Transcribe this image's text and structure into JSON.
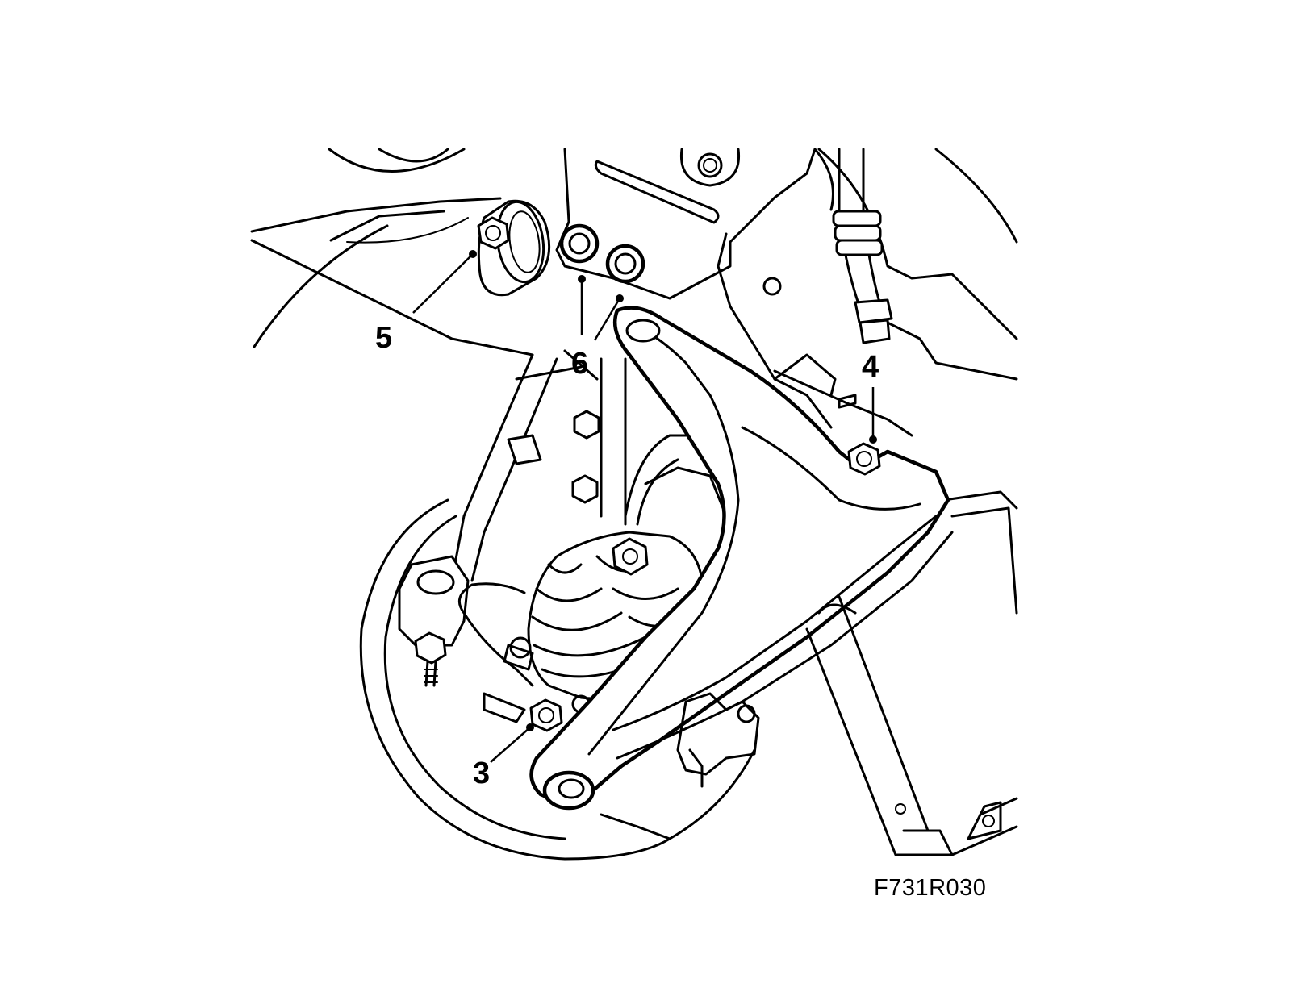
{
  "diagram": {
    "callouts": [
      {
        "label": "5"
      },
      {
        "label": "6"
      },
      {
        "label": "4"
      },
      {
        "label": "3"
      }
    ],
    "figure_code": "F731R030"
  }
}
